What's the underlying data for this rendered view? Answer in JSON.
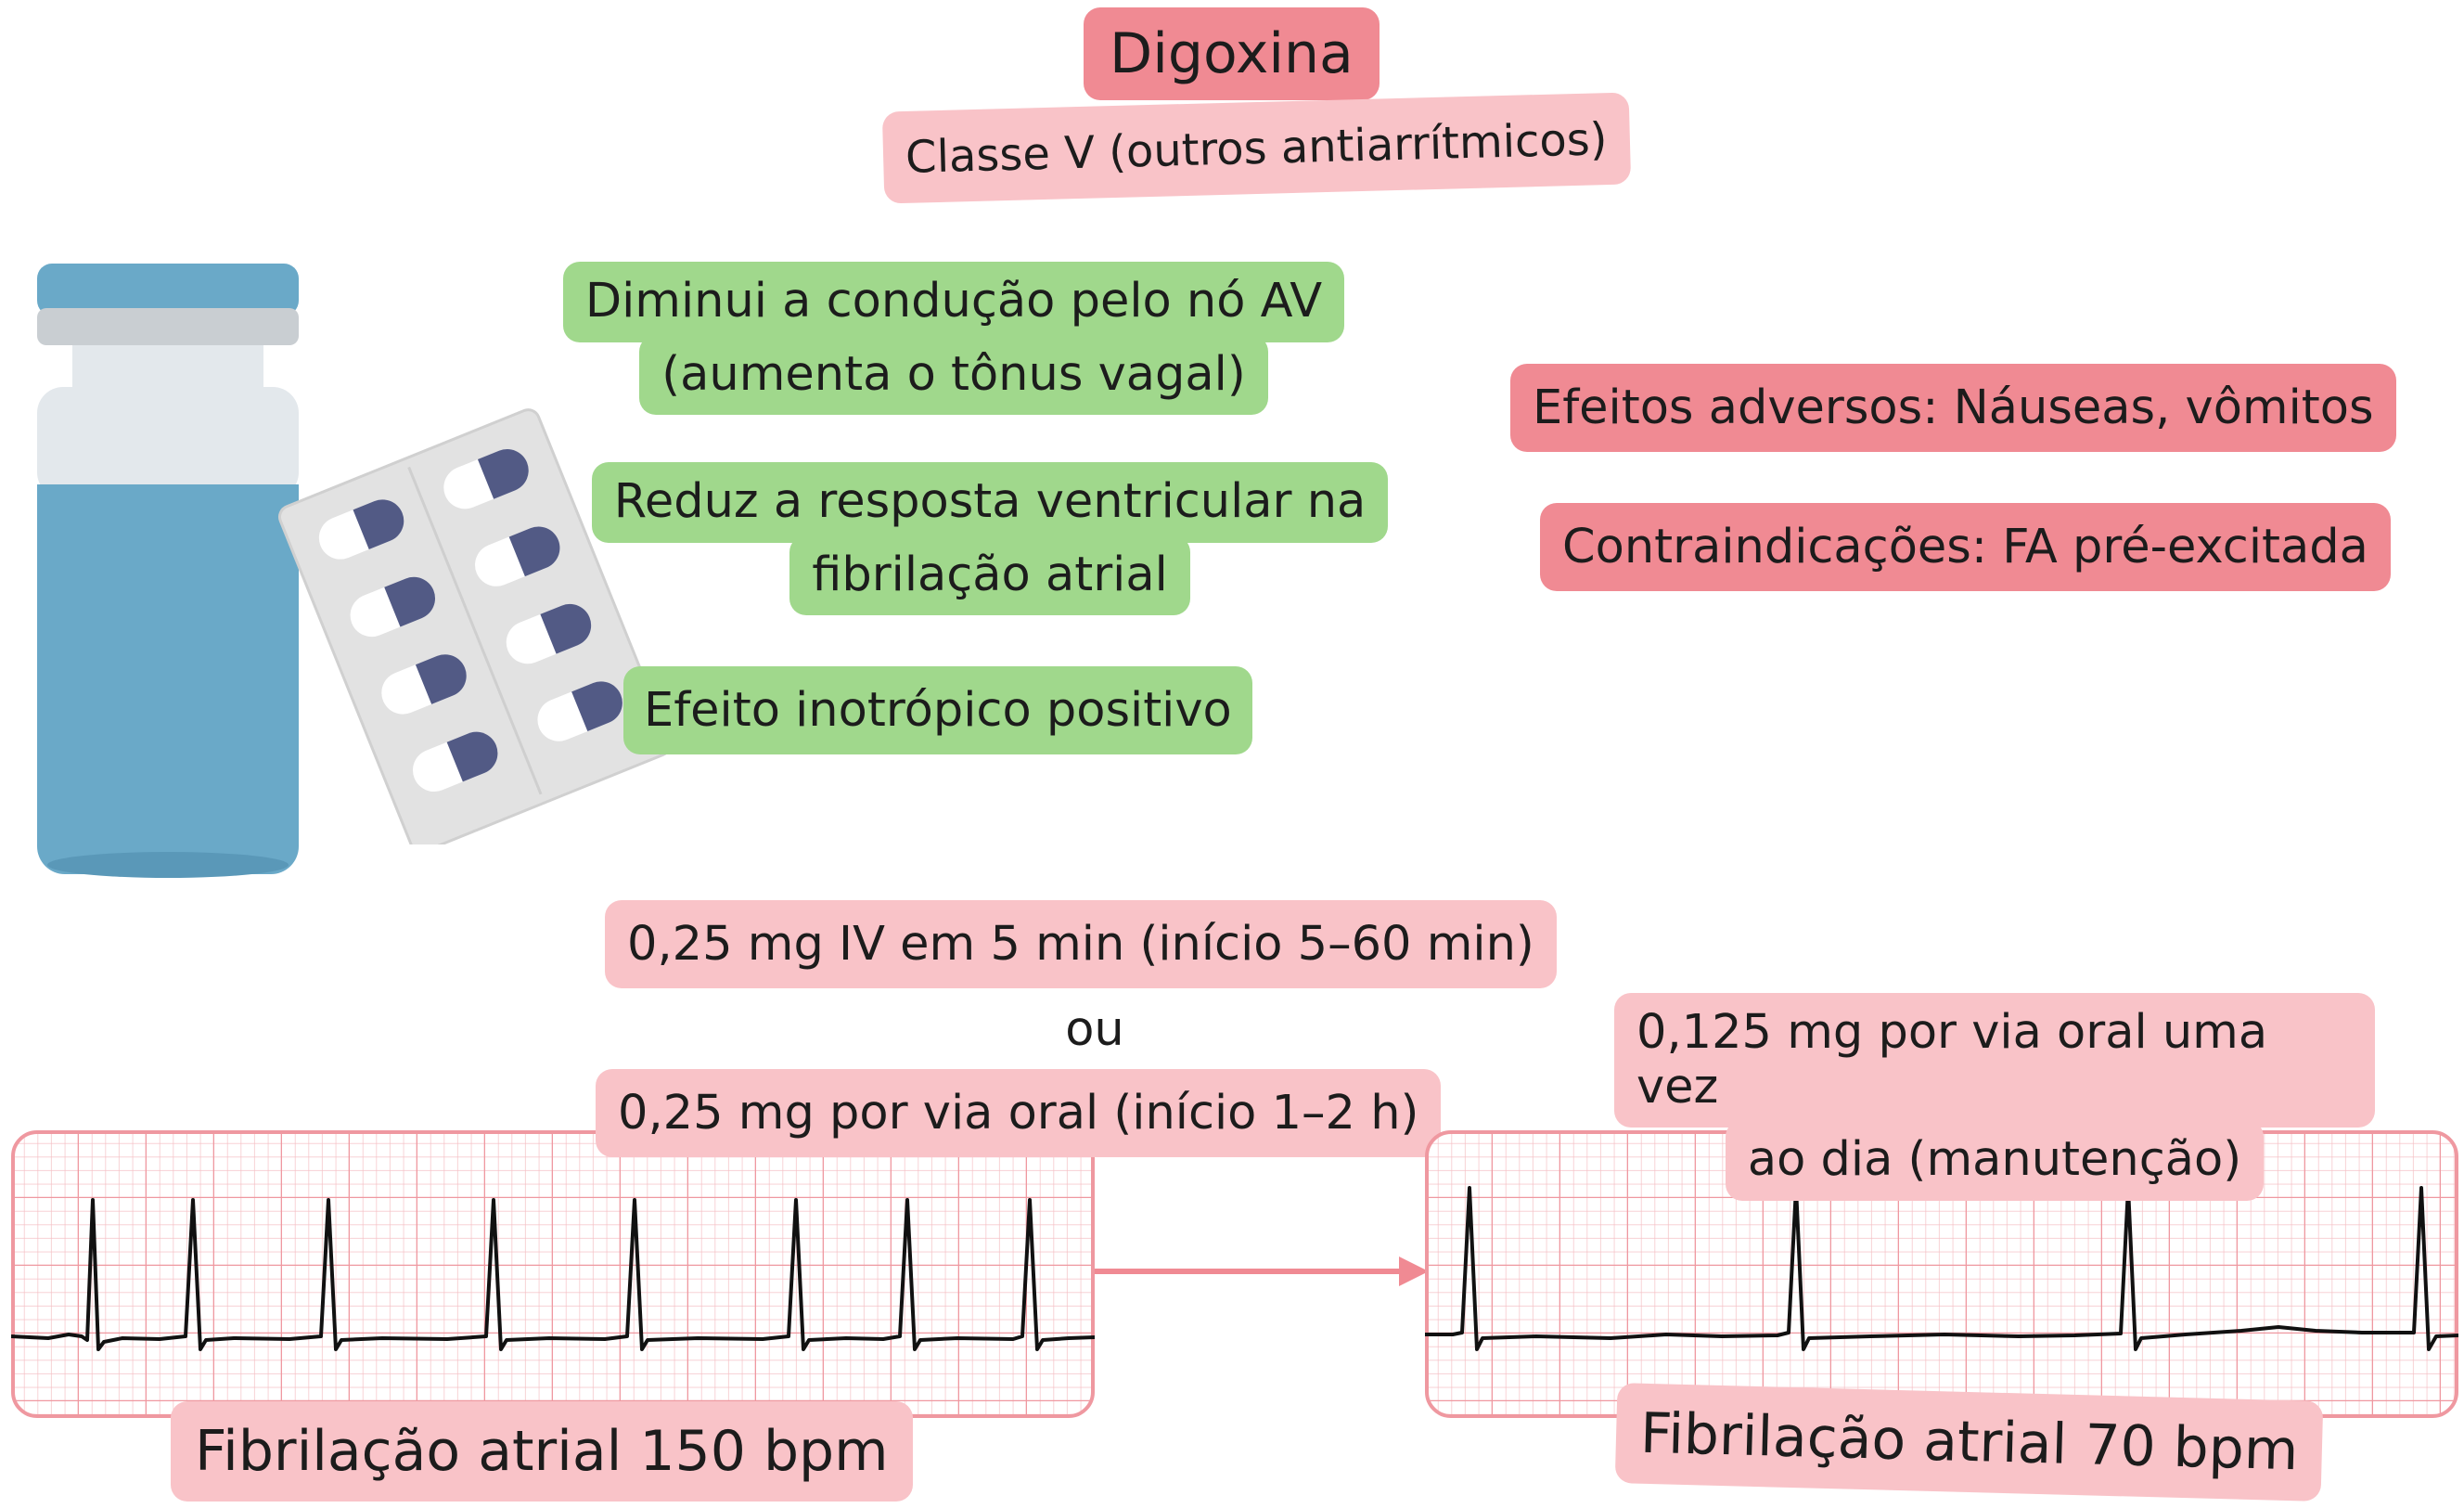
{
  "title": "Digoxina",
  "subtitle": "Classe V (outros antiarrítmicos)",
  "mechanisms": {
    "m1_line1": "Diminui a condução pelo nó AV",
    "m1_line2": "(aumenta o tônus vagal)",
    "m2_line1": "Reduz a resposta ventricular na",
    "m2_line2": "fibrilação atrial",
    "m3": "Efeito inotrópico positivo"
  },
  "adverse": "Efeitos adversos: Náuseas, vômitos",
  "contra": "Contraindicações: FA pré-excitada",
  "dosing": {
    "iv": "0,25 mg IV em 5 min (início 5–60 min)",
    "or": "ou",
    "oral": "0,25 mg por via oral (início 1–2 h)",
    "maint_line1": "0,125 mg por via oral uma vez",
    "maint_line2": "ao dia (manutenção)"
  },
  "ecg_before_label": "Fibrilação atrial 150 bpm",
  "ecg_after_label": "Fibrilação atrial 70 bpm",
  "colors": {
    "title_bg": "#f08a93",
    "pink_bg": "#f9c3c8",
    "green_bg": "#a0d88c",
    "grid": "#f2a7ae",
    "arrow": "#f08a93",
    "vial_blue": "#6aa9c8"
  },
  "icons": [
    "vial-illustration",
    "pill-blister-illustration",
    "ecg-strip",
    "right-arrow-icon"
  ]
}
